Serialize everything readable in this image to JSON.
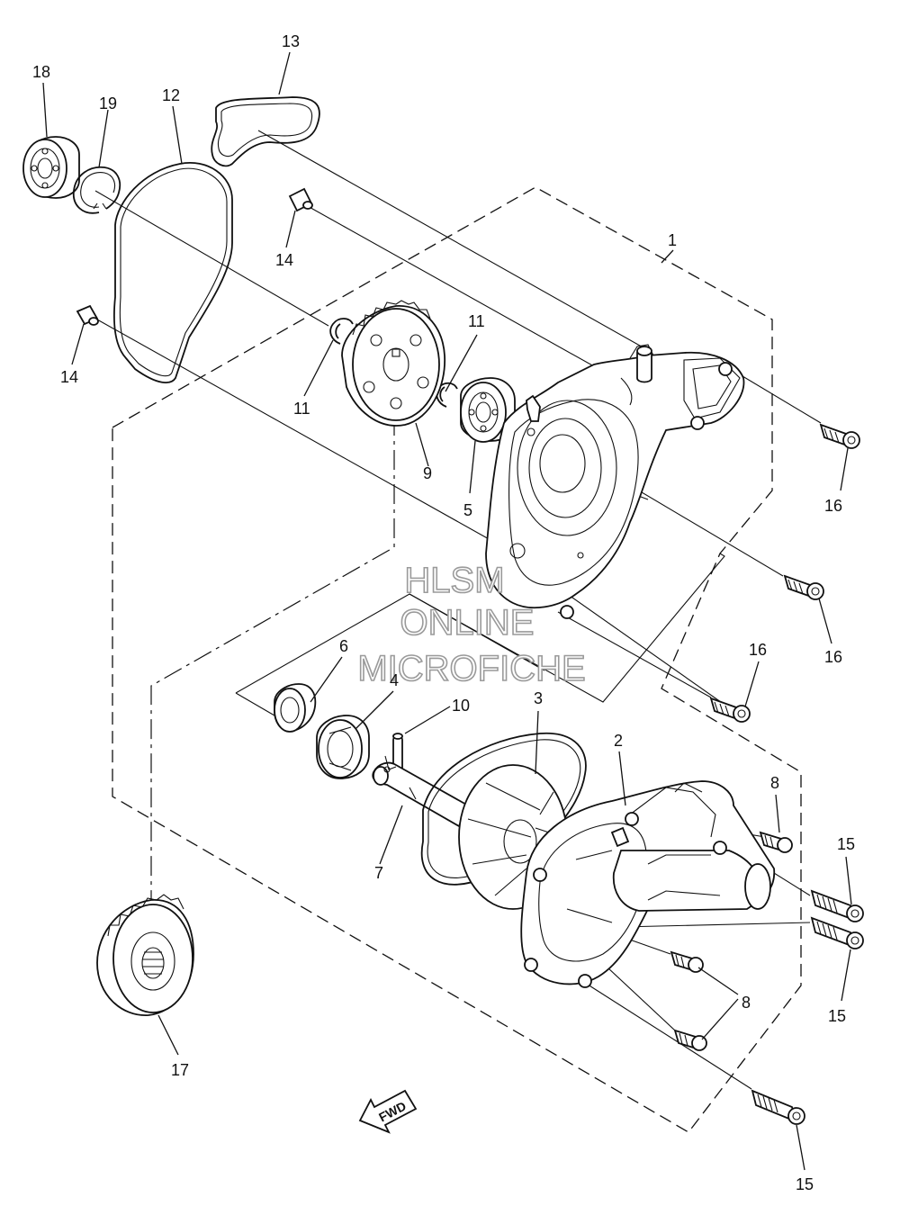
{
  "watermark": {
    "line1": "HLSM",
    "line2": "ONLINE",
    "line3": "MICROFICHE"
  },
  "fwd_label": "FWD",
  "callouts": {
    "c1": "1",
    "c2": "2",
    "c3": "3",
    "c4": "4",
    "c5": "5",
    "c6": "6",
    "c7": "7",
    "c8a": "8",
    "c8b": "8",
    "c9": "9",
    "c10": "10",
    "c11a": "11",
    "c11b": "11",
    "c12": "12",
    "c13": "13",
    "c14a": "14",
    "c14b": "14",
    "c15a": "15",
    "c15b": "15",
    "c15c": "15",
    "c16a": "16",
    "c16b": "16",
    "c16c": "16",
    "c17": "17",
    "c18": "18",
    "c19": "19"
  }
}
